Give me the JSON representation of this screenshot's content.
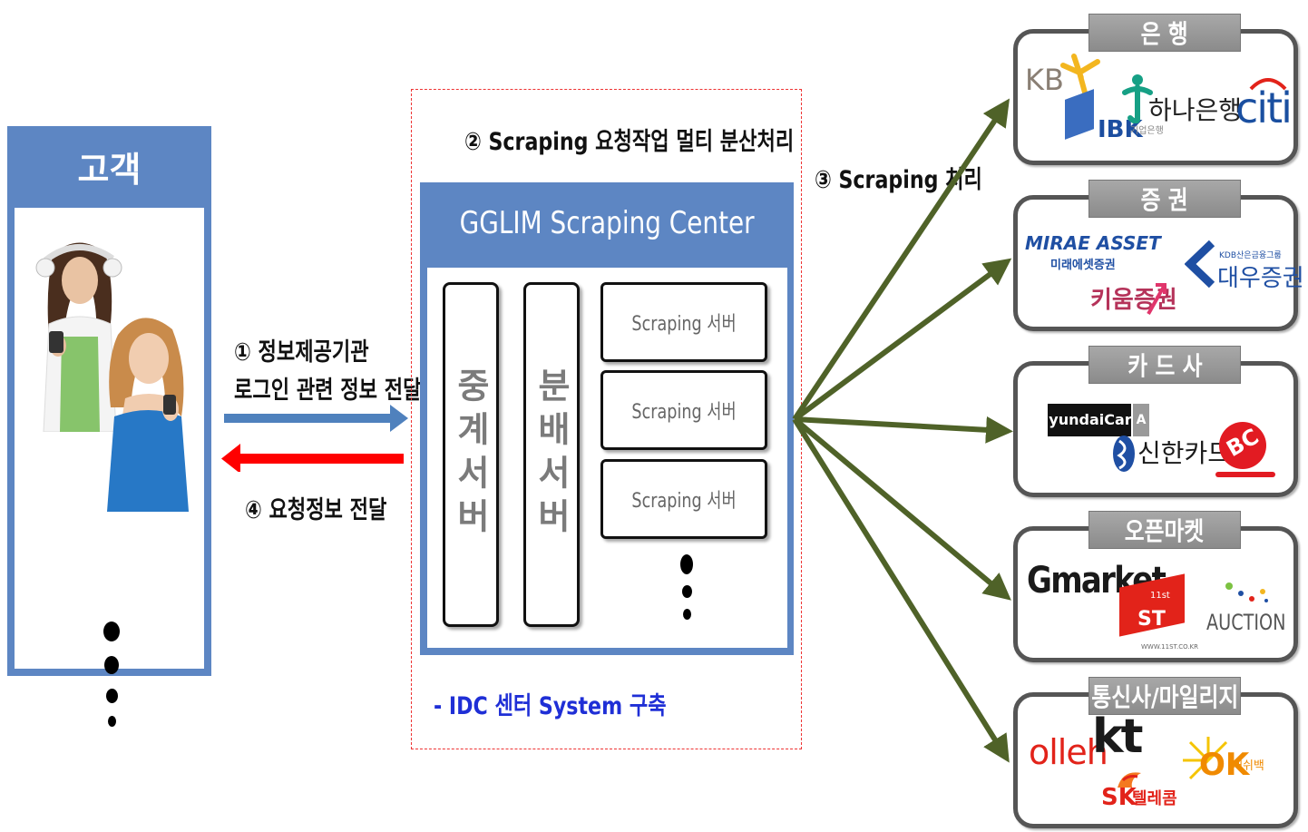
{
  "customer": {
    "title": "고객"
  },
  "steps": {
    "step1_line1": "① 정보제공기관",
    "step1_line2": "로그인 관련 정보 전달",
    "step2": "② Scraping 요청작업 멀티 분산처리",
    "step3": "③ Scraping 처리",
    "step4": "④ 요청정보 전달"
  },
  "center": {
    "title": "GGLIM Scraping Center",
    "relay_server": "중계서버",
    "dist_server": "분배서버",
    "scraping_servers": [
      "Scraping 서버",
      "Scraping 서버",
      "Scraping 서버"
    ],
    "note": "- IDC 센터 System 구축"
  },
  "categories": [
    {
      "label": "은 행",
      "logos": [
        "KB",
        "IBK",
        "기업은행",
        "하나은행",
        "citi"
      ]
    },
    {
      "label": "증 권",
      "logos": [
        "MIRAE ASSET",
        "미래에셋증권",
        "키움증권",
        "KDB산은금융그룹",
        "대우증권"
      ]
    },
    {
      "label": "카 드 사",
      "logos": [
        "HyundaiCard",
        "A",
        "신한카드",
        "BC"
      ]
    },
    {
      "label": "오픈마켓",
      "logos": [
        "Gmarket",
        "11st",
        "ST",
        "WWW.11ST.CO.KR",
        "AUCTION"
      ]
    },
    {
      "label": "통신사/마일리지",
      "logos": [
        "olleh",
        "kt",
        "SK",
        "텔레콤",
        "OK",
        "캐쉬백"
      ]
    }
  ],
  "colors": {
    "panel_blue": "#5d86c3",
    "arrow_blue": "#4f81bd",
    "arrow_red": "#ff0000",
    "arrow_green": "#4f6228",
    "dashed_border": "#e33333"
  }
}
